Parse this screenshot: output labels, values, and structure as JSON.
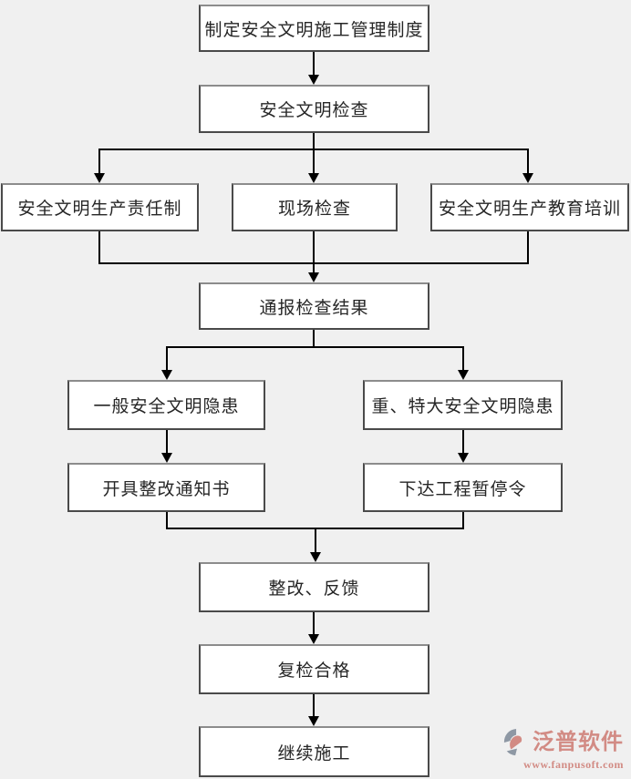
{
  "page": {
    "background_color": "#f0f0f0",
    "box_fill_color": "#ffffff",
    "box_border_color": "#4a4a4a",
    "line_color": "#000000"
  },
  "flowchart": {
    "nodes": [
      {
        "id": "establish",
        "label": "制定安全文明施工管理制度"
      },
      {
        "id": "inspect",
        "label": "安全文明检查"
      },
      {
        "id": "responsibility",
        "label": "安全文明生产责任制"
      },
      {
        "id": "onsite",
        "label": "现场检查"
      },
      {
        "id": "education",
        "label": "安全文明生产教育培训"
      },
      {
        "id": "report",
        "label": "通报检查结果"
      },
      {
        "id": "general",
        "label": "一般安全文明隐患"
      },
      {
        "id": "major",
        "label": "重、特大安全文明隐患"
      },
      {
        "id": "notice",
        "label": "开具整改通知书"
      },
      {
        "id": "suspend",
        "label": "下达工程暂停令"
      },
      {
        "id": "rectify",
        "label": "整改、反馈"
      },
      {
        "id": "recheck",
        "label": "复检合格"
      },
      {
        "id": "continue",
        "label": "继续施工"
      }
    ],
    "edges": [
      {
        "from": "establish",
        "to": "inspect"
      },
      {
        "from": "inspect",
        "to": "responsibility"
      },
      {
        "from": "inspect",
        "to": "onsite"
      },
      {
        "from": "inspect",
        "to": "education"
      },
      {
        "from": "responsibility",
        "to": "report"
      },
      {
        "from": "onsite",
        "to": "report"
      },
      {
        "from": "education",
        "to": "report"
      },
      {
        "from": "report",
        "to": "general"
      },
      {
        "from": "report",
        "to": "major"
      },
      {
        "from": "general",
        "to": "notice"
      },
      {
        "from": "major",
        "to": "suspend"
      },
      {
        "from": "notice",
        "to": "rectify"
      },
      {
        "from": "suspend",
        "to": "rectify"
      },
      {
        "from": "rectify",
        "to": "recheck"
      },
      {
        "from": "recheck",
        "to": "continue"
      }
    ]
  },
  "watermark": {
    "brand": "泛普软件",
    "url": "www.fanpusoft.com",
    "accent_color": "#d28b84",
    "icon_gray_color": "#8e98a4"
  }
}
